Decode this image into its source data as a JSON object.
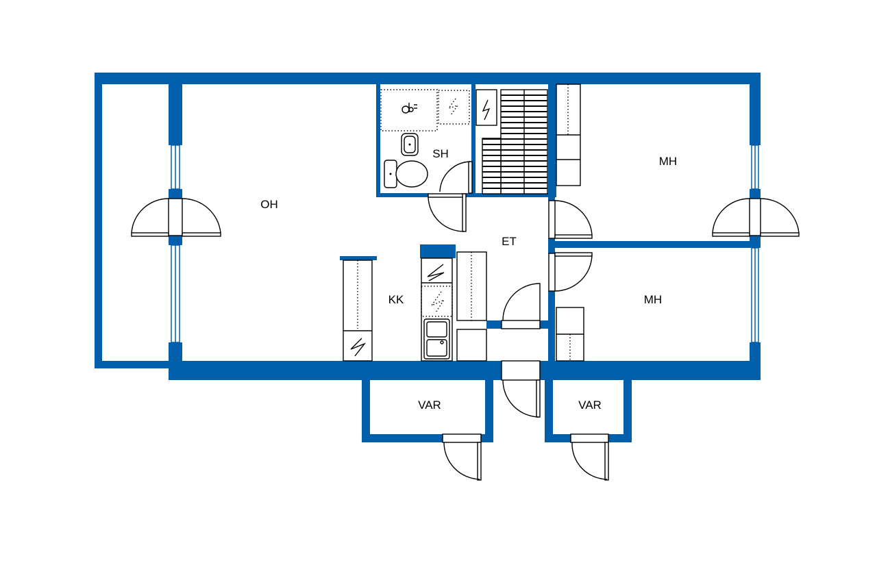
{
  "colors": {
    "wall": "#005eaa",
    "line": "#000000",
    "background": "#ffffff"
  },
  "rooms": {
    "living_room": "OH",
    "bathroom": "SH",
    "bedroom_1": "MH",
    "hall": "ET",
    "kitchen": "KK",
    "bedroom_2": "MH",
    "storage_1": "VAR",
    "storage_2": "VAR"
  },
  "icons": [
    "stove-icon",
    "electric-outlet-icon",
    "washbasin-icon",
    "toilet-icon",
    "shower-icon",
    "sink-icon",
    "staircase-icon",
    "door-swing-icon",
    "window-icon"
  ]
}
